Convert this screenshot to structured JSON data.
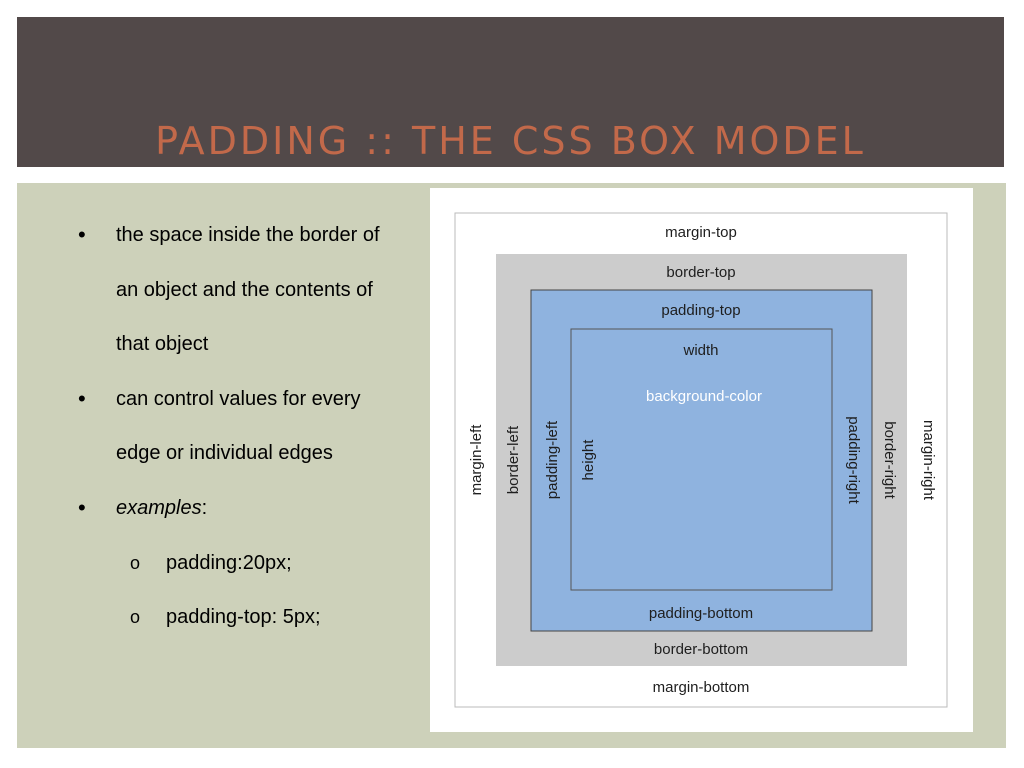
{
  "slide": {
    "title": "PADDING :: THE CSS BOX MODEL",
    "bullets": [
      {
        "text_lines": [
          "the space inside the border of",
          "an object and the contents of",
          "that object"
        ]
      },
      {
        "text_lines": [
          "can control values for every",
          "edge or individual edges"
        ]
      },
      {
        "italic": "examples",
        "rest": ":"
      }
    ],
    "sub_bullets": [
      "padding:20px;",
      "padding-top: 5px;"
    ],
    "bullet_marker": "•",
    "sub_marker": "o"
  },
  "diagram": {
    "labels": {
      "margin_top": "margin-top",
      "margin_bottom": "margin-bottom",
      "margin_left": "margin-left",
      "margin_right": "margin-right",
      "border_top": "border-top",
      "border_bottom": "border-bottom",
      "border_left": "border-left",
      "border_right": "border-right",
      "padding_top": "padding-top",
      "padding_bottom": "padding-bottom",
      "padding_left": "padding-left",
      "padding_right": "padding-right",
      "width": "width",
      "height": "height",
      "background": "background-color"
    },
    "colors": {
      "header": "#524949",
      "title": "#c2694a",
      "content_bg": "#cdd1ba",
      "border_area": "#cccccc",
      "padding_area": "#8fb3df"
    }
  }
}
